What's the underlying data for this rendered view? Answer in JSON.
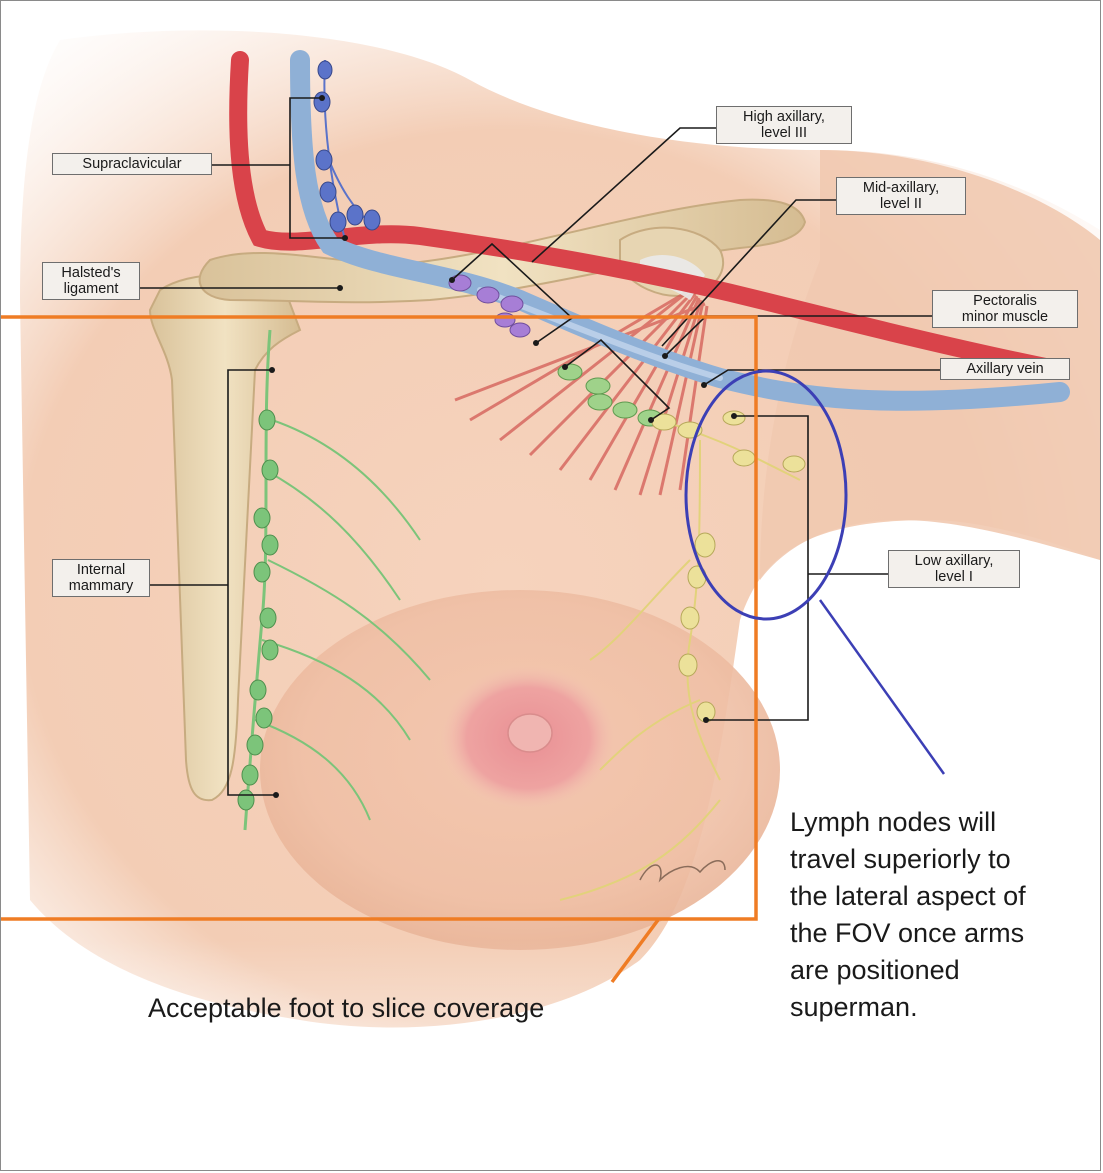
{
  "labels": {
    "supraclavicular": [
      "Supraclavicular"
    ],
    "halsteds_ligament": [
      "Halsted's",
      "ligament"
    ],
    "internal_mammary": [
      "Internal",
      "mammary"
    ],
    "high_axillary": [
      "High axillary,",
      "level III"
    ],
    "mid_axillary": [
      "Mid-axillary,",
      "level II"
    ],
    "pectoralis_minor": [
      "Pectoralis",
      "minor muscle"
    ],
    "axillary_vein": [
      "Axillary vein"
    ],
    "low_axillary": [
      "Low axillary,",
      "level I"
    ]
  },
  "annotations": {
    "coverage_caption": "Acceptable foot to slice coverage",
    "lymph_note": [
      "Lymph nodes will",
      "travel superiorly to",
      "the lateral aspect of",
      "the FOV once arms",
      "are positioned",
      "superman."
    ]
  },
  "colors": {
    "skin_light": "#f7dccb",
    "skin_mid": "#eec1a6",
    "skin_shadow": "#d8a387",
    "bone": "#ead8b4",
    "bone_shadow": "#c9b08a",
    "artery": "#d9434a",
    "vein": "#8fb0d6",
    "muscle": "#d9675e",
    "node_green": "#7cc47a",
    "node_yellow": "#ece19a",
    "node_purple": "#a77ed6",
    "node_blue": "#5b73c9",
    "fov_box": "#ef7c24",
    "highlight_circle": "#3c3fb5",
    "label_bg": "#f3f0ec"
  }
}
